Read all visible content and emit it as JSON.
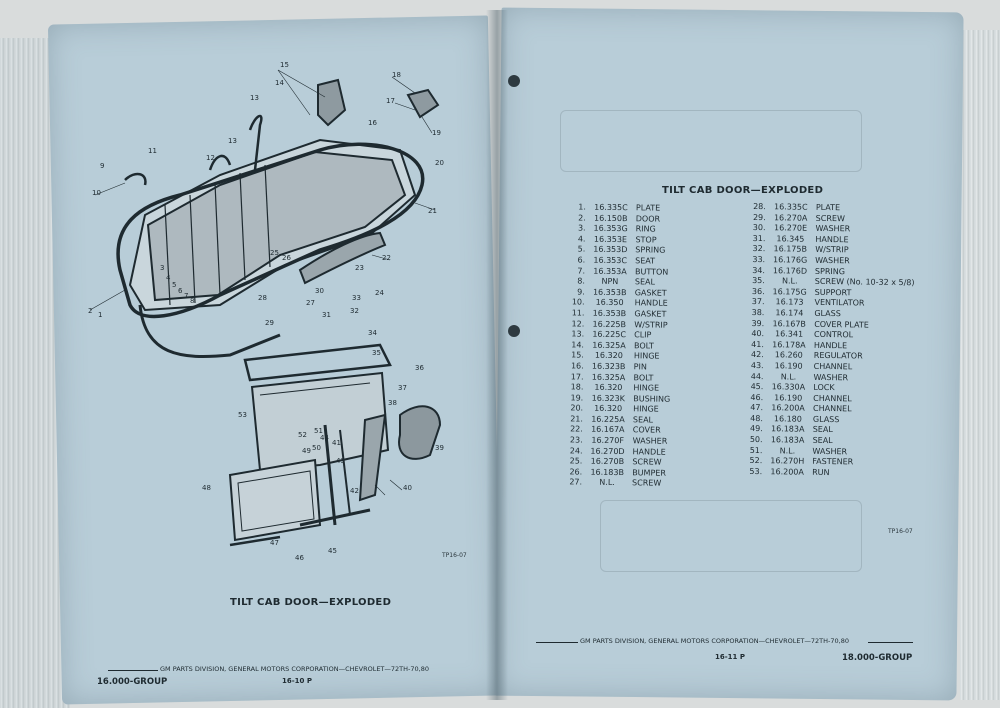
{
  "left_page": {
    "title": "TILT CAB DOOR—EXPLODED",
    "figure_code": "TP16-07",
    "callouts": [
      "1",
      "2",
      "3",
      "4",
      "5",
      "6",
      "7",
      "8",
      "9",
      "10",
      "11",
      "12",
      "13",
      "14",
      "15",
      "16",
      "17",
      "18",
      "19",
      "20",
      "21",
      "22",
      "23",
      "24",
      "25",
      "26",
      "27",
      "28",
      "29",
      "30",
      "31",
      "32",
      "33",
      "34",
      "35",
      "36",
      "37",
      "38",
      "39",
      "40",
      "41",
      "42",
      "43",
      "44",
      "45",
      "46",
      "47",
      "48",
      "49",
      "50",
      "51",
      "52",
      "53"
    ],
    "footer": {
      "division": "GM PARTS DIVISION, GENERAL MOTORS CORPORATION—CHEVROLET—72TH-70,80",
      "group": "16.000-GROUP",
      "page": "16-10  P"
    }
  },
  "right_page": {
    "title": "TILT CAB DOOR—EXPLODED",
    "figure_code": "TP16-07",
    "parts_col1": [
      {
        "n": "1.",
        "code": "16.335C",
        "desc": "PLATE"
      },
      {
        "n": "2.",
        "code": "16.150B",
        "desc": "DOOR"
      },
      {
        "n": "3.",
        "code": "16.353G",
        "desc": "RING"
      },
      {
        "n": "4.",
        "code": "16.353E",
        "desc": "STOP"
      },
      {
        "n": "5.",
        "code": "16.353D",
        "desc": "SPRING"
      },
      {
        "n": "6.",
        "code": "16.353C",
        "desc": "SEAT"
      },
      {
        "n": "7.",
        "code": "16.353A",
        "desc": "BUTTON"
      },
      {
        "n": "8.",
        "code": "NPN",
        "desc": "SEAL"
      },
      {
        "n": "9.",
        "code": "16.353B",
        "desc": "GASKET"
      },
      {
        "n": "10.",
        "code": "16.350",
        "desc": "HANDLE"
      },
      {
        "n": "11.",
        "code": "16.353B",
        "desc": "GASKET"
      },
      {
        "n": "12.",
        "code": "16.225B",
        "desc": "W/STRIP"
      },
      {
        "n": "13.",
        "code": "16.225C",
        "desc": "CLIP"
      },
      {
        "n": "14.",
        "code": "16.325A",
        "desc": "BOLT"
      },
      {
        "n": "15.",
        "code": "16.320",
        "desc": "HINGE"
      },
      {
        "n": "16.",
        "code": "16.323B",
        "desc": "PIN"
      },
      {
        "n": "17.",
        "code": "16.325A",
        "desc": "BOLT"
      },
      {
        "n": "18.",
        "code": "16.320",
        "desc": "HINGE"
      },
      {
        "n": "19.",
        "code": "16.323K",
        "desc": "BUSHING"
      },
      {
        "n": "20.",
        "code": "16.320",
        "desc": "HINGE"
      },
      {
        "n": "21.",
        "code": "16.225A",
        "desc": "SEAL"
      },
      {
        "n": "22.",
        "code": "16.167A",
        "desc": "COVER"
      },
      {
        "n": "23.",
        "code": "16.270F",
        "desc": "WASHER"
      },
      {
        "n": "24.",
        "code": "16.270D",
        "desc": "HANDLE"
      },
      {
        "n": "25.",
        "code": "16.270B",
        "desc": "SCREW"
      },
      {
        "n": "26.",
        "code": "16.183B",
        "desc": "BUMPER"
      },
      {
        "n": "27.",
        "code": "N.L.",
        "desc": "SCREW"
      }
    ],
    "parts_col2": [
      {
        "n": "28.",
        "code": "16.335C",
        "desc": "PLATE"
      },
      {
        "n": "29.",
        "code": "16.270A",
        "desc": "SCREW"
      },
      {
        "n": "30.",
        "code": "16.270E",
        "desc": "WASHER"
      },
      {
        "n": "31.",
        "code": "16.345",
        "desc": "HANDLE"
      },
      {
        "n": "32.",
        "code": "16.175B",
        "desc": "W/STRIP"
      },
      {
        "n": "33.",
        "code": "16.176G",
        "desc": "WASHER"
      },
      {
        "n": "34.",
        "code": "16.176D",
        "desc": "SPRING"
      },
      {
        "n": "35.",
        "code": "N.L.",
        "desc": "SCREW (No. 10-32 x 5/8)"
      },
      {
        "n": "36.",
        "code": "16.175G",
        "desc": "SUPPORT"
      },
      {
        "n": "37.",
        "code": "16.173",
        "desc": "VENTILATOR"
      },
      {
        "n": "38.",
        "code": "16.174",
        "desc": "GLASS"
      },
      {
        "n": "39.",
        "code": "16.167B",
        "desc": "COVER PLATE"
      },
      {
        "n": "40.",
        "code": "16.341",
        "desc": "CONTROL"
      },
      {
        "n": "41.",
        "code": "16.178A",
        "desc": "HANDLE"
      },
      {
        "n": "42.",
        "code": "16.260",
        "desc": "REGULATOR"
      },
      {
        "n": "43.",
        "code": "16.190",
        "desc": "CHANNEL"
      },
      {
        "n": "44.",
        "code": "N.L.",
        "desc": "WASHER"
      },
      {
        "n": "45.",
        "code": "16.330A",
        "desc": "LOCK"
      },
      {
        "n": "46.",
        "code": "16.190",
        "desc": "CHANNEL"
      },
      {
        "n": "47.",
        "code": "16.200A",
        "desc": "CHANNEL"
      },
      {
        "n": "48.",
        "code": "16.180",
        "desc": "GLASS"
      },
      {
        "n": "49.",
        "code": "16.183A",
        "desc": "SEAL"
      },
      {
        "n": "50.",
        "code": "16.183A",
        "desc": "SEAL"
      },
      {
        "n": "51.",
        "code": "N.L.",
        "desc": "WASHER"
      },
      {
        "n": "52.",
        "code": "16.270H",
        "desc": "FASTENER"
      },
      {
        "n": "53.",
        "code": "16.200A",
        "desc": "RUN"
      }
    ],
    "footer": {
      "division": "GM PARTS DIVISION, GENERAL MOTORS CORPORATION—CHEVROLET—72TH-70,80",
      "group": "18.000-GROUP",
      "page": "16-11  P"
    }
  },
  "colors": {
    "page": "#b8cdd8",
    "ink": "#1e2a30",
    "background": "#d9dcdc"
  }
}
